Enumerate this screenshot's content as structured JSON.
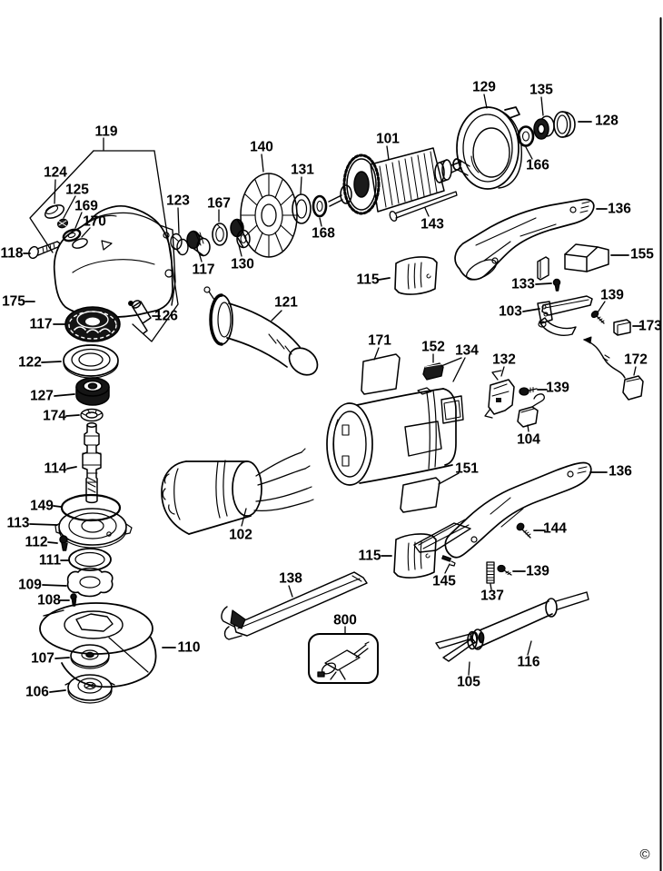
{
  "document": {
    "kind": "exploded-parts-diagram",
    "copyright_mark": "©"
  },
  "labels": [
    {
      "part": "119"
    },
    {
      "part": "124"
    },
    {
      "part": "125"
    },
    {
      "part": "169"
    },
    {
      "part": "170"
    },
    {
      "part": "118"
    },
    {
      "part": "123"
    },
    {
      "part": "167"
    },
    {
      "part": "117"
    },
    {
      "part": "130"
    },
    {
      "part": "140"
    },
    {
      "part": "131"
    },
    {
      "part": "168"
    },
    {
      "part": "101"
    },
    {
      "part": "143"
    },
    {
      "part": "129"
    },
    {
      "part": "135"
    },
    {
      "part": "128"
    },
    {
      "part": "166"
    },
    {
      "part": "136"
    },
    {
      "part": "155"
    },
    {
      "part": "133"
    },
    {
      "part": "103"
    },
    {
      "part": "139"
    },
    {
      "part": "173"
    },
    {
      "part": "172"
    },
    {
      "part": "171"
    },
    {
      "part": "152"
    },
    {
      "part": "134"
    },
    {
      "part": "132"
    },
    {
      "part": "139"
    },
    {
      "part": "104"
    },
    {
      "part": "151"
    },
    {
      "part": "136"
    },
    {
      "part": "144"
    },
    {
      "part": "115"
    },
    {
      "part": "115"
    },
    {
      "part": "145"
    },
    {
      "part": "137"
    },
    {
      "part": "139"
    },
    {
      "part": "102"
    },
    {
      "part": "121"
    },
    {
      "part": "126"
    },
    {
      "part": "175"
    },
    {
      "part": "117"
    },
    {
      "part": "122"
    },
    {
      "part": "127"
    },
    {
      "part": "174"
    },
    {
      "part": "114"
    },
    {
      "part": "149"
    },
    {
      "part": "113"
    },
    {
      "part": "112"
    },
    {
      "part": "111"
    },
    {
      "part": "109"
    },
    {
      "part": "108"
    },
    {
      "part": "110"
    },
    {
      "part": "107"
    },
    {
      "part": "106"
    },
    {
      "part": "138"
    },
    {
      "part": "800"
    },
    {
      "part": "116"
    },
    {
      "part": "105"
    }
  ]
}
